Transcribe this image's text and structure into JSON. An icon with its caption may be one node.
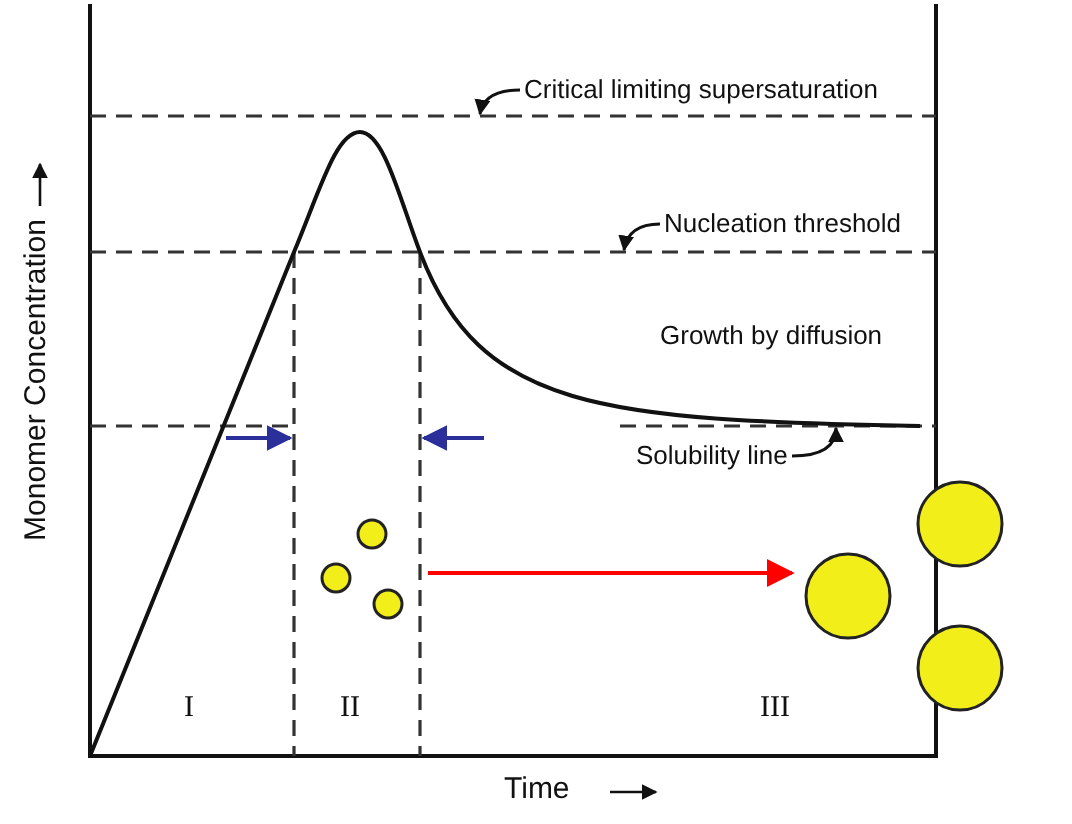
{
  "diagram": {
    "nodes": [
      {
        "text": [
          "Critical limiting supersaturation"
        ]
      },
      {
        "text": [
          "Nucleation threshold"
        ]
      },
      {
        "text": [
          "Solubility line"
        ]
      },
      {
        "text": [],
        "shape": "picture"
      },
      {
        "text": [],
        "shape": "picture"
      }
    ],
    "edges": [
      {
        "from": 0,
        "to": null,
        "arrow": "to"
      },
      {
        "from": 1,
        "to": null,
        "arrow": "to"
      },
      {
        "from": 2,
        "to": null,
        "arrow": "to"
      },
      {
        "from": 3,
        "to": 4,
        "arrow": "to",
        "color": "#ff0000"
      }
    ],
    "labels": [
      "Growth by diffusion",
      "Monomer Concentration",
      "I",
      "II",
      "III",
      "Time"
    ]
  }
}
